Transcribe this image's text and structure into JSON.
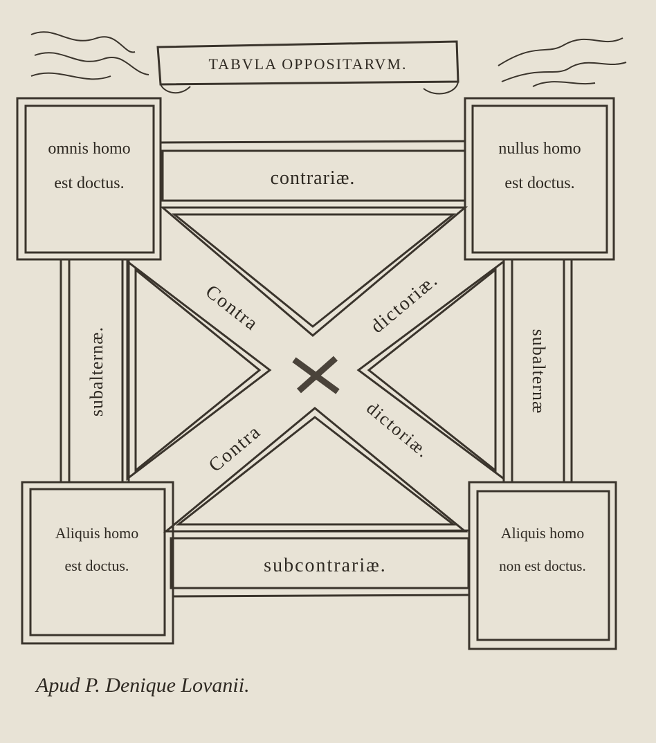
{
  "title": "TABVLA OPPOSITARVM.",
  "corners": {
    "top_left": [
      "omnis homo",
      "est doctus."
    ],
    "top_right": [
      "nullus homo",
      "est doctus."
    ],
    "bottom_left": [
      "Aliquis homo",
      "est doctus."
    ],
    "bottom_right": [
      "Aliquis homo",
      "non est doctus."
    ]
  },
  "relations": {
    "top": "contrariæ.",
    "bottom": "subcontrariæ.",
    "left": "subalternæ.",
    "right": "subalternæ",
    "diag_upper_left": "Contra",
    "diag_upper_right": "dictoriæ.",
    "diag_lower_left": "Contra",
    "diag_lower_right": "dictoriæ."
  },
  "footer": "Apud P. Denique Lovanii."
}
